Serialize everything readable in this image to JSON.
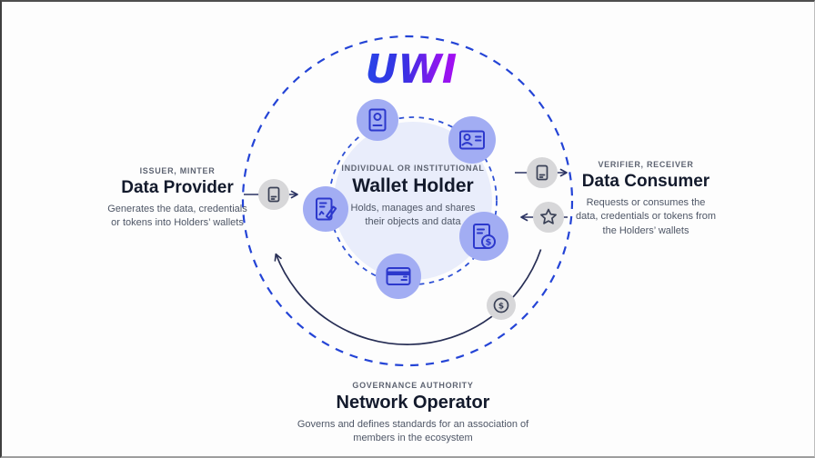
{
  "logo": {
    "text": "UWI"
  },
  "symbols": {
    "dollar": "$"
  },
  "wallet_holder": {
    "eyebrow": "INDIVIDUAL OR INSTITUTIONAL",
    "title": "Wallet Holder",
    "description_lines": [
      "Holds, manages and shares",
      "their objects and data"
    ],
    "icons": [
      "passport-icon",
      "id-card-icon",
      "document-sign-icon",
      "invoice-dollar-icon",
      "credit-card-icon"
    ]
  },
  "data_provider": {
    "eyebrow": "ISSUER, MINTER",
    "title": "Data Provider",
    "description_lines": [
      "Generates the data, credentials",
      "or tokens into Holders’ wallets"
    ],
    "flow_icons": [
      "receipt-icon"
    ]
  },
  "data_consumer": {
    "eyebrow": "VERIFIER, RECEIVER",
    "title": "Data Consumer",
    "description_lines": [
      "Requests or consumes the",
      "data, credentials or tokens from",
      "the Holders’ wallets"
    ],
    "flow_icons": [
      "receipt-icon",
      "star-icon"
    ]
  },
  "network_operator": {
    "eyebrow": "GOVERNANCE AUTHORITY",
    "title": "Network Operator",
    "description_lines": [
      "Governs and defines standards for an association of",
      "members in the ecosystem"
    ],
    "flow_icons": [
      "coin-dollar-icon"
    ]
  },
  "colors": {
    "outer_dashed_ring": "#2444d6",
    "inner_dashed_ring": "#2e50d5",
    "inner_fill": "#e9edfb",
    "icon_circle": "#a2adf3",
    "icon_glyph": "#2c38cc",
    "gray_circle": "#d7d7d9",
    "gray_glyph": "#3a4156",
    "arrow": "#2b3363",
    "heading": "#131a2c",
    "eyebrow": "#5e6472",
    "body": "#4e5666",
    "logo_gradient_start": "#2945e8",
    "logo_gradient_end": "#a60ef2"
  }
}
